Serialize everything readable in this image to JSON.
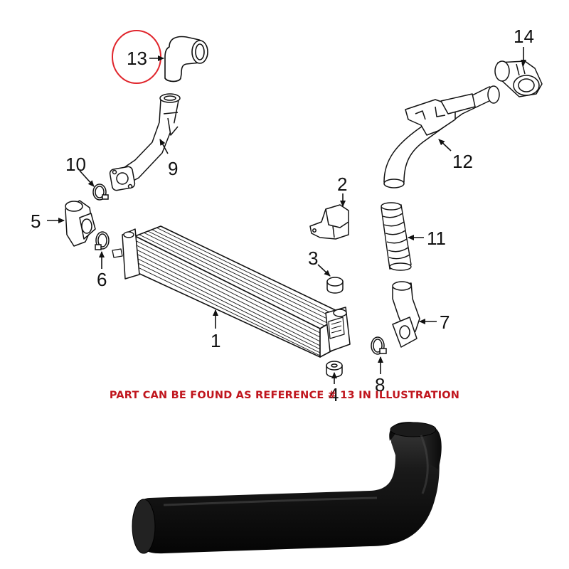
{
  "diagram": {
    "parts": [
      {
        "id": "p1",
        "label": "1"
      },
      {
        "id": "p2",
        "label": "2"
      },
      {
        "id": "p3",
        "label": "3"
      },
      {
        "id": "p4",
        "label": "4"
      },
      {
        "id": "p5",
        "label": "5"
      },
      {
        "id": "p6",
        "label": "6"
      },
      {
        "id": "p7",
        "label": "7"
      },
      {
        "id": "p8",
        "label": "8"
      },
      {
        "id": "p9",
        "label": "9"
      },
      {
        "id": "p10",
        "label": "10"
      },
      {
        "id": "p11",
        "label": "11"
      },
      {
        "id": "p12",
        "label": "12"
      },
      {
        "id": "p13",
        "label": "13"
      },
      {
        "id": "p14",
        "label": "14"
      }
    ],
    "highlighted_part": "13",
    "highlight_color": "#e0242b",
    "notice_color": "#c0151d"
  },
  "notice_text": "PART CAN BE FOUND AS REFERENCE # 13 IN ILLUSTRATION",
  "product_photo": {
    "subject": "black rubber elbow hose",
    "color": "#141414"
  }
}
